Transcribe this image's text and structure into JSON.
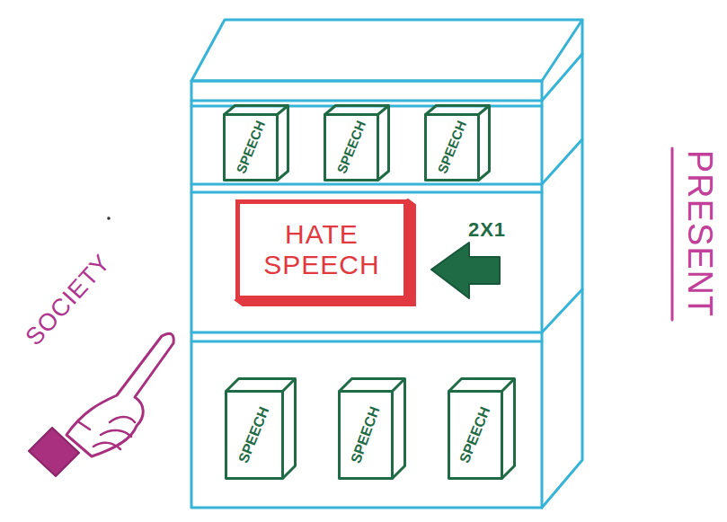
{
  "diagram": {
    "nodes": [
      {
        "text": [
          "SPEECH"
        ]
      },
      {
        "text": [
          "SPEECH"
        ]
      },
      {
        "text": [
          "SPEECH"
        ]
      },
      {
        "text": [
          "HATE SPEECH"
        ]
      },
      {
        "text": [
          "SPEECH"
        ]
      },
      {
        "text": [
          "SPEECH"
        ]
      },
      {
        "text": [
          "SPEECH"
        ]
      }
    ],
    "labels": [
      "2X1",
      "SOCIETY",
      "PRESENT"
    ]
  }
}
